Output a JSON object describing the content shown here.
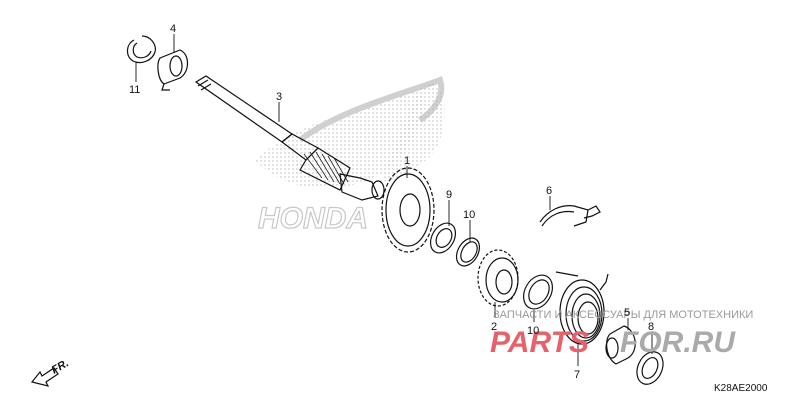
{
  "diagram": {
    "callouts": [
      {
        "id": "c11",
        "label": "11"
      },
      {
        "id": "c4",
        "label": "4"
      },
      {
        "id": "c3",
        "label": "3"
      },
      {
        "id": "c1",
        "label": "1"
      },
      {
        "id": "c9",
        "label": "9"
      },
      {
        "id": "c10a",
        "label": "10"
      },
      {
        "id": "c6",
        "label": "6"
      },
      {
        "id": "c2",
        "label": "2"
      },
      {
        "id": "c10b",
        "label": "10"
      },
      {
        "id": "c5",
        "label": "5"
      },
      {
        "id": "c8",
        "label": "8"
      },
      {
        "id": "c7",
        "label": "7"
      }
    ],
    "direction_label": "FR.",
    "diagram_code": "K28AE2000"
  },
  "watermark": {
    "honda_text": "HONDA",
    "shop_tagline": "ЗАПЧАСТИ И АКСЕССУАРЫ ДЛЯ МОТОТЕХНИКИ",
    "shop_brand_a": "PARTS",
    "shop_brand_b": "FOR.RU",
    "colors": {
      "brand_red": "#e8606a",
      "brand_gray": "#aaaaaa",
      "honda_gray": "#c8c8c8"
    }
  }
}
